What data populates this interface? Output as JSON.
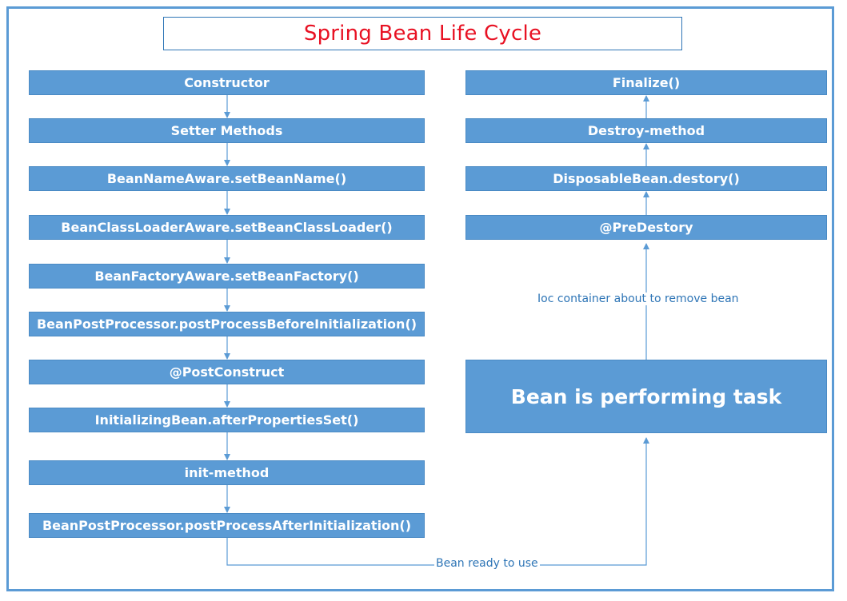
{
  "title": "Spring Bean Life Cycle",
  "init_steps": [
    "Constructor",
    "Setter Methods",
    "BeanNameAware.setBeanName()",
    "BeanClassLoaderAware.setBeanClassLoader()",
    "BeanFactoryAware.setBeanFactory()",
    "BeanPostProcessor.postProcessBeforeInitialization()",
    "@PostConstruct",
    "InitializingBean.afterPropertiesSet()",
    "init-method",
    "BeanPostProcessor.postProcessAfterInitialization()"
  ],
  "destroy_steps": [
    "Finalize()",
    "Destroy-method",
    "DisposableBean.destory()",
    "@PreDestory"
  ],
  "task_box": "Bean is performing task",
  "labels": {
    "ready": "Bean ready to use",
    "remove": "Ioc container about to remove bean"
  },
  "colors": {
    "box_fill": "#5b9bd5",
    "connector": "#5b9bd5",
    "title_text": "#e81123",
    "label_text": "#2e75b6"
  }
}
